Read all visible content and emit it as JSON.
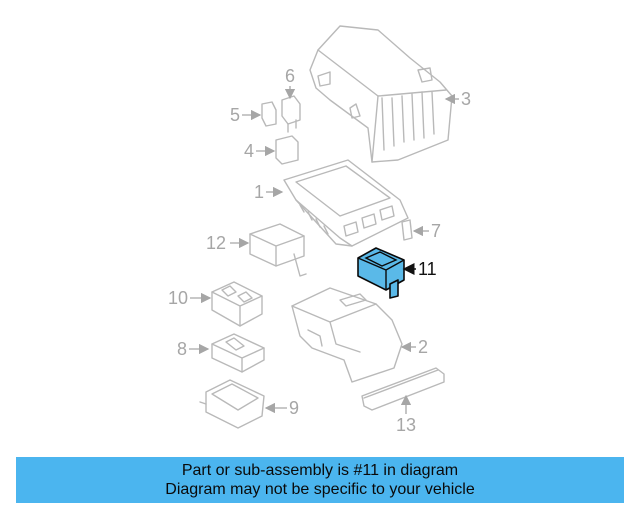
{
  "callouts": {
    "c1": "1",
    "c2": "2",
    "c3": "3",
    "c4": "4",
    "c5": "5",
    "c6": "6",
    "c7": "7",
    "c8": "8",
    "c9": "9",
    "c10": "10",
    "c11": "11",
    "c12": "12",
    "c13": "13"
  },
  "highlight_color": "#5ab9e8",
  "banner": {
    "line1": "Part or sub-assembly is #11 in diagram",
    "line2": "Diagram may not be specific to your vehicle",
    "color": "#4bb5ef"
  }
}
